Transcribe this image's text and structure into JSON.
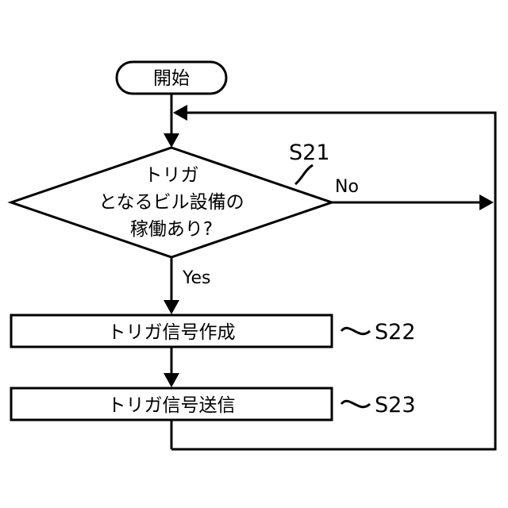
{
  "flowchart": {
    "start": {
      "label": "開始"
    },
    "decision": {
      "step": "S21",
      "lines": [
        "トリガ",
        "となるビル設備の",
        "稼働あり?"
      ],
      "yes_label": "Yes",
      "no_label": "No"
    },
    "process_1": {
      "step": "S22",
      "label": "トリガ信号作成"
    },
    "process_2": {
      "step": "S23",
      "label": "トリガ信号送信"
    }
  }
}
